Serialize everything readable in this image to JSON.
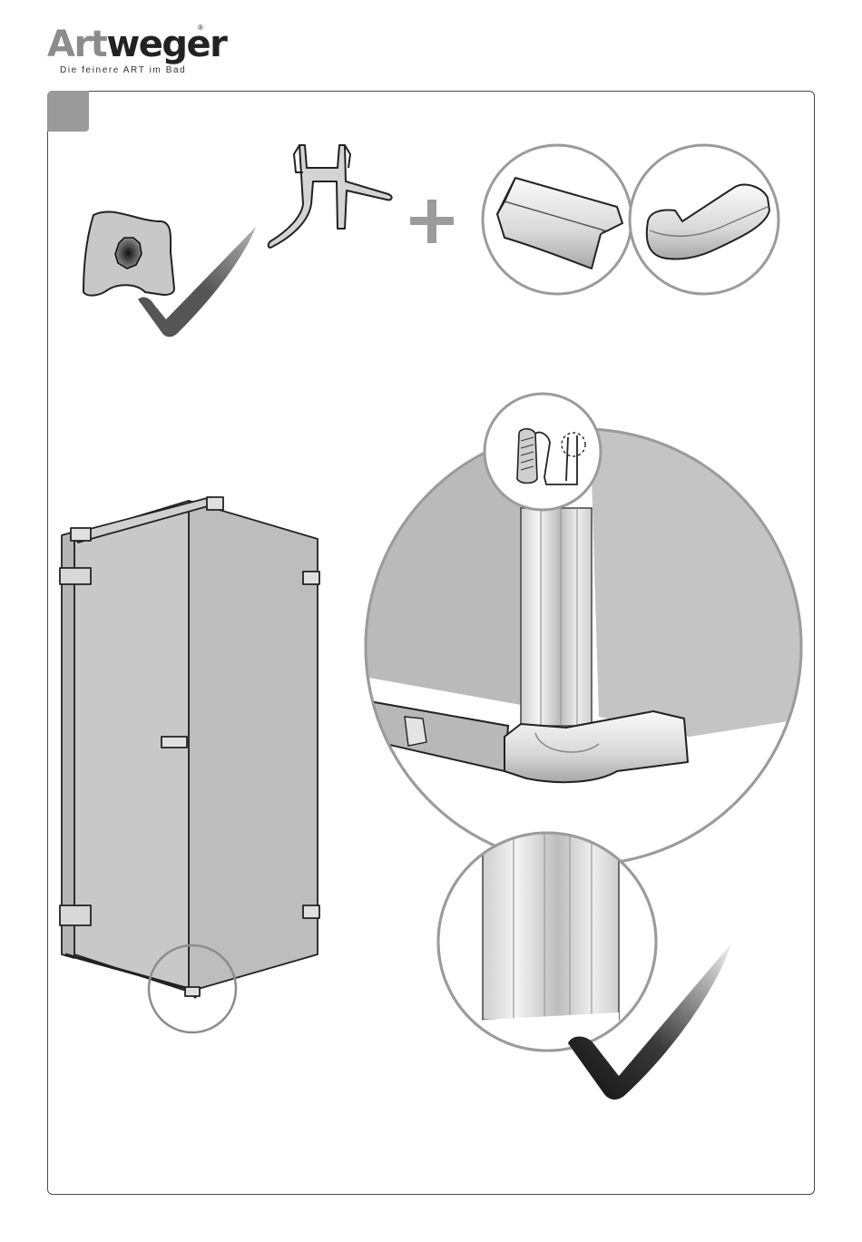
{
  "brand": {
    "name_part1": "Art",
    "name_part2": "weger",
    "registered": "®",
    "tagline": "Die feinere ART im Bad"
  },
  "colors": {
    "frame": "#4a4a4a",
    "step_tab": "#9a9a9a",
    "glass": "#c9c9c9",
    "check_light": "#f2f2f2",
    "check_dark": "#222222"
  },
  "icons": {
    "top_check": "check-mark-icon",
    "plus": "plus-icon",
    "bottom_check": "check-mark-icon"
  }
}
